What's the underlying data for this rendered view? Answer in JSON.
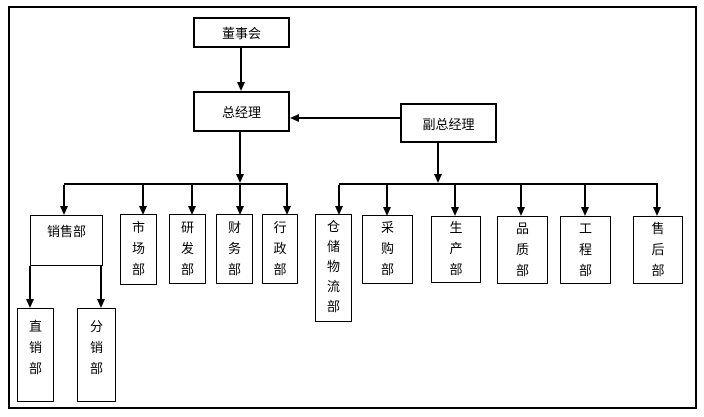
{
  "colors": {
    "line": "#000000",
    "background": "#ffffff"
  },
  "diagram": {
    "type": "org-chart",
    "board": "董事会",
    "general_manager": "总经理",
    "deputy_general_manager": "副总经理",
    "gm_departments": [
      "销售部",
      "市场部",
      "研发部",
      "财务部",
      "行政部"
    ],
    "dgm_departments": [
      "仓储物流部",
      "采购部",
      "生产部",
      "品质部",
      "工程部",
      "售后部"
    ],
    "sales_sub_departments": [
      "直销部",
      "分销部"
    ]
  }
}
